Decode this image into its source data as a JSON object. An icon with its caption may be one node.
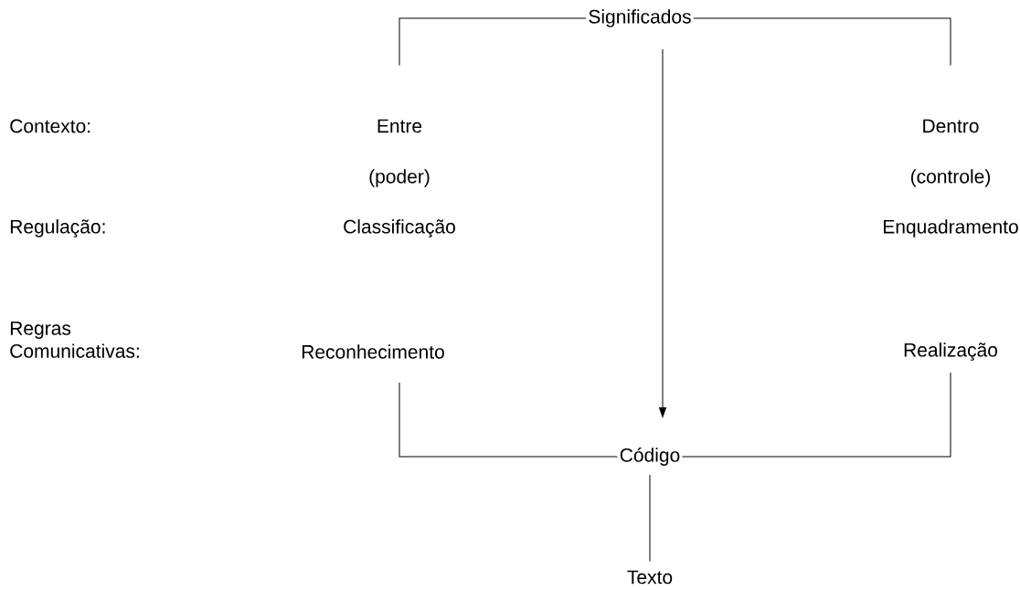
{
  "diagram": {
    "nodes": [
      {
        "text": [
          "Significados"
        ]
      },
      {
        "text": [
          "Entre"
        ]
      },
      {
        "text": [
          "Dentro"
        ]
      },
      {
        "text": [
          "Reconhecimento"
        ]
      },
      {
        "text": [
          "Realização"
        ]
      },
      {
        "text": [
          "Código"
        ]
      },
      {
        "text": [
          "Texto"
        ]
      }
    ],
    "edges": [
      {
        "from": 0,
        "to": 1,
        "arrow": "none"
      },
      {
        "from": 0,
        "to": 2,
        "arrow": "none"
      },
      {
        "from": 0,
        "to": null,
        "arrow": "to"
      },
      {
        "from": 5,
        "to": 3,
        "arrow": "none"
      },
      {
        "from": 5,
        "to": 4,
        "arrow": "none"
      },
      {
        "from": 5,
        "to": 6,
        "arrow": "none"
      }
    ],
    "labels": [
      "Contexto:",
      "(poder)",
      "(controle)",
      "Regulação:",
      "Classificação",
      "Enquadramento",
      "Regras Comunicativas:"
    ]
  }
}
